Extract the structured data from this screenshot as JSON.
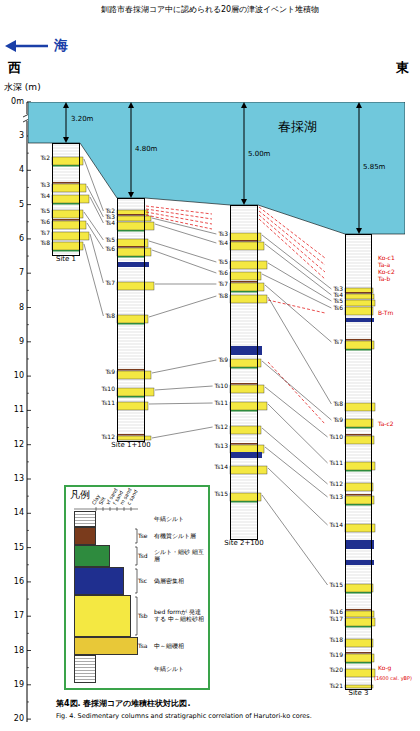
{
  "diagram": {
    "title": "釧路市春採湖コア中に認められる20層の津波イベント堆積物",
    "caption": "第4図. 春採湖コアの堆積柱状対比図.",
    "nodes": [
      {
        "text": [
          "春採湖"
        ]
      },
      {
        "text": [
          "Site 1"
        ]
      },
      {
        "text": [
          "Site 1+100"
        ]
      },
      {
        "text": [
          "Site 2+100"
        ]
      },
      {
        "text": [
          "Site 3"
        ]
      },
      {
        "text": [
          "凡例"
        ]
      }
    ],
    "labels": [
      "海",
      "西",
      "東",
      "水深 (m)",
      "0m",
      "3",
      "4",
      "5",
      "6",
      "7",
      "8",
      "9",
      "10",
      "11",
      "12",
      "13",
      "14",
      "15",
      "16",
      "17",
      "18",
      "19",
      "20",
      "3.20m",
      "4.80m",
      "5.00m",
      "5.85m",
      "Ts2",
      "Ts3",
      "Ts4",
      "Ts5",
      "Ts6",
      "Ts7",
      "Ts8",
      "Ts2",
      "Ts3",
      "Ts4",
      "Ts5",
      "Ts6",
      "Ts7",
      "Ts8",
      "Ts9",
      "Ts10",
      "Ts11",
      "Ts12",
      "Ts3",
      "Ts4",
      "Ts5",
      "Ts6",
      "Ts7",
      "Ts8",
      "Ts9",
      "Ts10",
      "Ts11",
      "Ts12",
      "Ts13",
      "Ts14",
      "Ts15",
      "Ts3",
      "Ts4",
      "Ts5",
      "Ts6",
      "Ts7",
      "Ts8",
      "Ts9",
      "Ts10",
      "Ts11",
      "Ts12",
      "Ts13",
      "Ts14",
      "Ts15",
      "Ts16",
      "Ts17",
      "Ts18",
      "Ts19",
      "Ts20",
      "Ts21",
      "Ko-c1",
      "Ta-a",
      "Ko-c2",
      "Ta-b",
      "B-Tm",
      "Ta-c2",
      "Ko-g",
      "(1600 cal. yBP)",
      "Clay",
      "Silt",
      "vf sand",
      "f sand",
      "m sand",
      "c sand",
      "Tse",
      "Tsd",
      "Tsc",
      "Tsb",
      "Tsa",
      "Fig. 4. Sedimentary columns and stratigraphic correlation of Harutori-ko cores."
    ],
    "legend": [
      {
        "text": "年縞シルト"
      },
      {
        "text": "有機質シルト層",
        "color": "#7a3b1c"
      },
      {
        "text": "シルト・細砂 細互層",
        "color": "#2e8b3e"
      },
      {
        "text": "偽層密集相",
        "color": "#1f2f8f"
      },
      {
        "text": "bed formが 発達する 中～細粒砂相",
        "color": "#f4e842"
      },
      {
        "text": "中～細礫相",
        "color": "#e8c838"
      },
      {
        "text": "年縞シルト"
      }
    ]
  }
}
